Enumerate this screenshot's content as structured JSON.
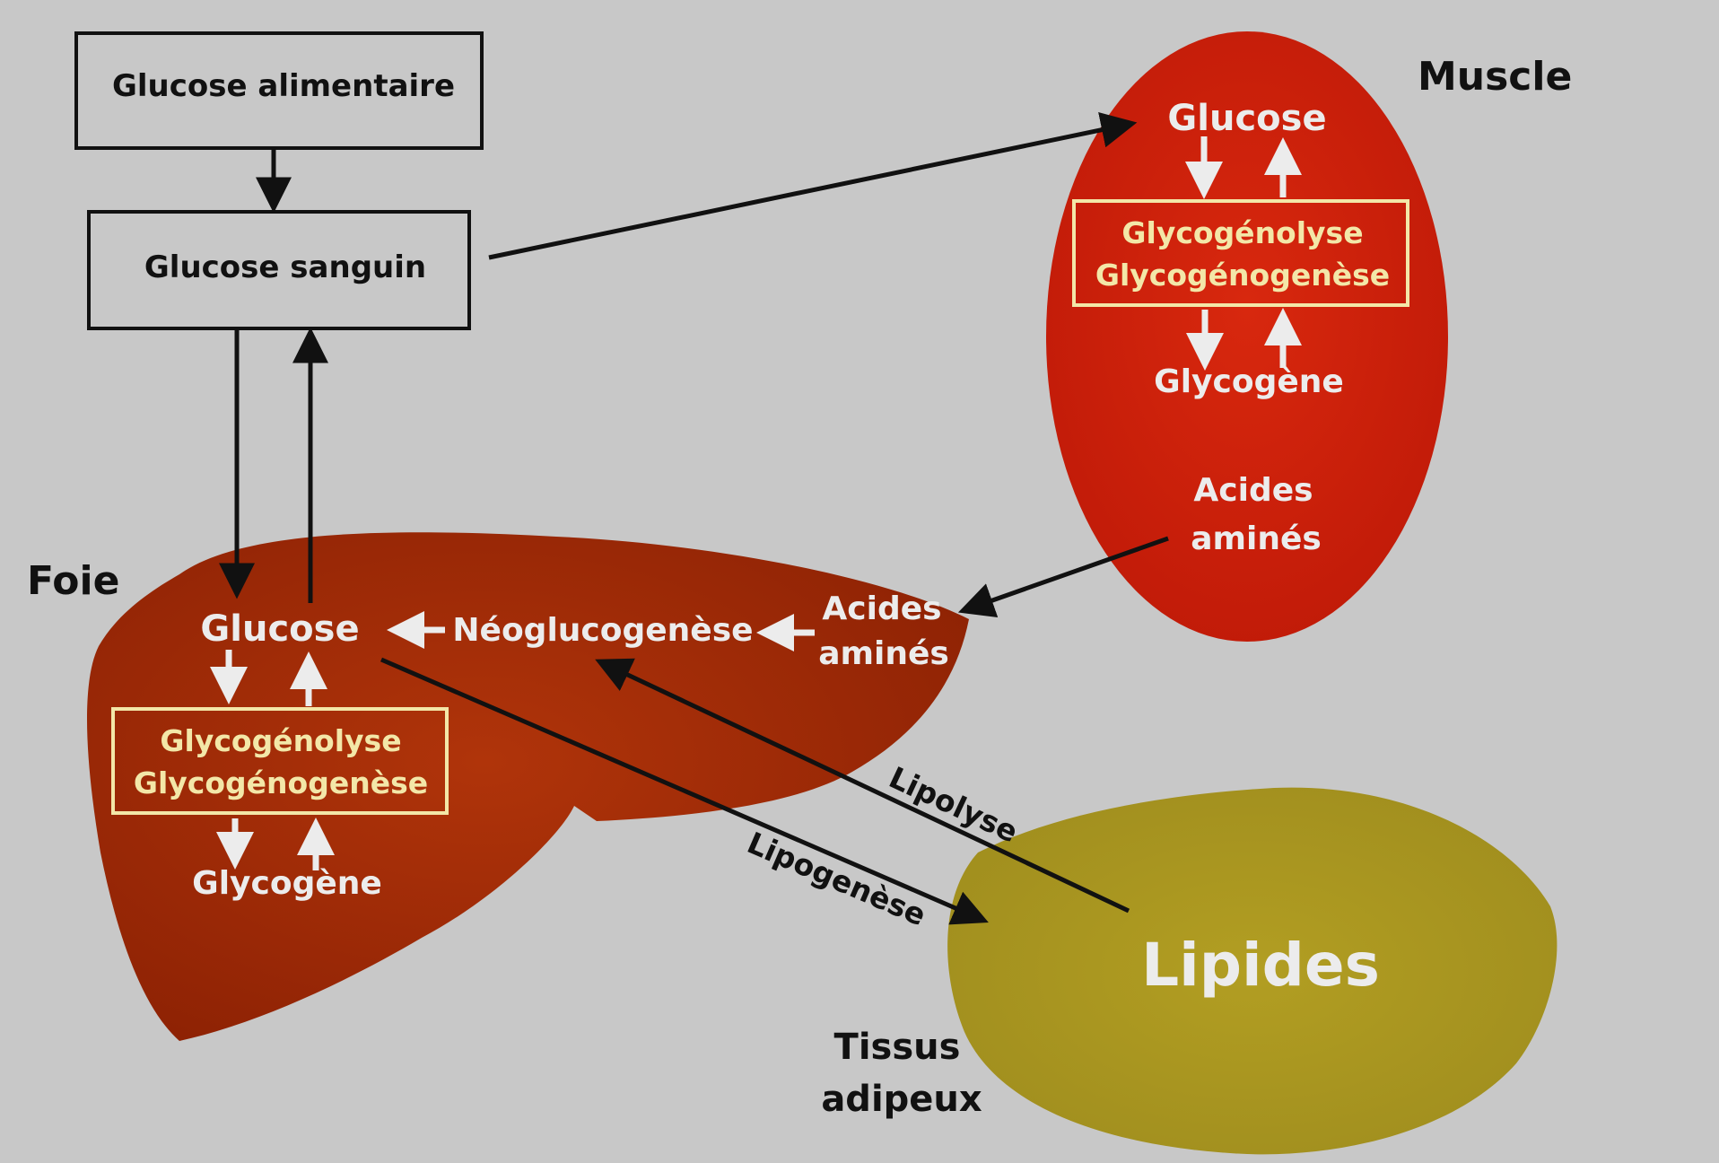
{
  "colors": {
    "background": "#c8c8c8",
    "liver": "#9b2a06",
    "muscle": "#cc1f0a",
    "adipose": "#a89620",
    "process_box": "#f3e7a8",
    "arrow_black": "#111111",
    "arrow_white": "#ececec"
  },
  "boxes": {
    "dietary_glucose": "Glucose alimentaire",
    "blood_glucose": "Glucose sanguin"
  },
  "muscle": {
    "region_label": "Muscle",
    "glucose": "Glucose",
    "process_line1": "Glycogénolyse",
    "process_line2": "Glycogénogenèse",
    "glycogen": "Glycogène",
    "amino_line1": "Acides",
    "amino_line2": "aminés"
  },
  "liver": {
    "region_label": "Foie",
    "glucose": "Glucose",
    "gluconeogenesis": "Néoglucogenèse",
    "amino_line1": "Acides",
    "amino_line2": "aminés",
    "process_line1": "Glycogénolyse",
    "process_line2": "Glycogénogenèse",
    "glycogen": "Glycogène"
  },
  "adipose": {
    "lipids": "Lipides",
    "region_line1": "Tissus",
    "region_line2": "adipeux"
  },
  "arrow_labels": {
    "lipolysis": "Lipolyse",
    "lipogenesis": "Lipogenèse"
  }
}
